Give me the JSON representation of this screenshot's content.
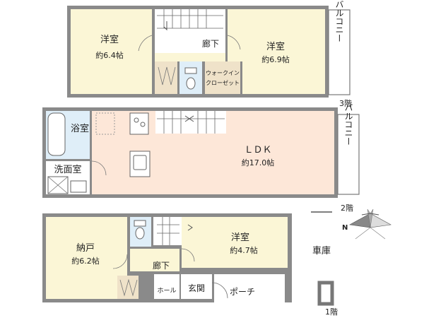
{
  "floors": {
    "third": {
      "label": "3階",
      "rooms": [
        {
          "key": "western-room-a",
          "name": "洋室",
          "size": "約6.4帖"
        },
        {
          "key": "western-room-b",
          "name": "洋室",
          "size": "約6.9帖"
        },
        {
          "key": "hallway",
          "name": "廊下"
        },
        {
          "key": "walk-in-closet",
          "line1": "ウォークイン",
          "line2": "クローゼット"
        },
        {
          "key": "balcony",
          "name": "バルコニー"
        }
      ]
    },
    "second": {
      "label": "2階",
      "rooms": [
        {
          "key": "ldk",
          "name": "ＬＤＫ",
          "size": "約17.0帖"
        },
        {
          "key": "bathroom",
          "name": "浴室"
        },
        {
          "key": "washroom",
          "name": "洗面室"
        },
        {
          "key": "balcony",
          "name": "バルコニー"
        }
      ]
    },
    "first": {
      "label": "1階",
      "rooms": [
        {
          "key": "storage",
          "name": "納戸",
          "size": "約6.2帖"
        },
        {
          "key": "western-room",
          "name": "洋室",
          "size": "約4.7帖"
        },
        {
          "key": "hallway",
          "name": "廊下"
        },
        {
          "key": "hall",
          "name": "ホール"
        },
        {
          "key": "entrance",
          "name": "玄関"
        },
        {
          "key": "porch",
          "name": "ポーチ"
        },
        {
          "key": "garage",
          "name": "車庫"
        }
      ]
    }
  },
  "compass": {
    "north": "N"
  },
  "colors": {
    "room": "#fbf6d6",
    "ldk": "#fde7d8",
    "wet": "#dfeef8",
    "closet": "#efe2c9",
    "wall": "#8a8a8a"
  }
}
